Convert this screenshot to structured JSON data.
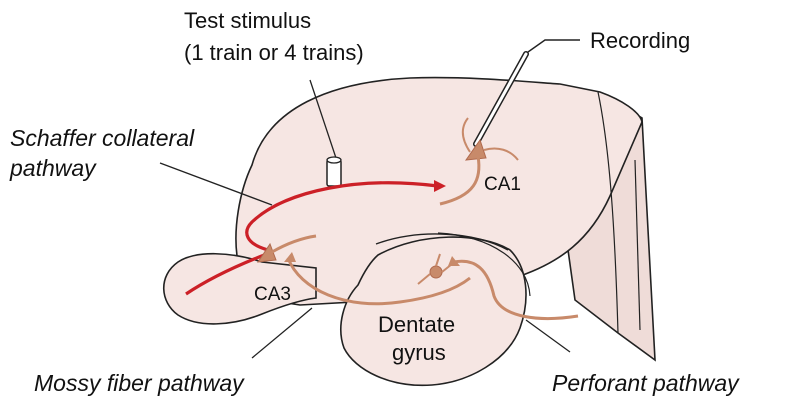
{
  "labels": {
    "test_stimulus_line1": "Test stimulus",
    "test_stimulus_line2": "(1 train or 4 trains)",
    "recording": "Recording",
    "schaffer_line1": "Schaffer collateral",
    "schaffer_line2": "pathway",
    "ca1": "CA1",
    "ca3": "CA3",
    "dentate_line1": "Dentate",
    "dentate_line2": "gyrus",
    "mossy": "Mossy fiber pathway",
    "perforant": "Perforant pathway"
  },
  "colors": {
    "tissue_fill": "#f6e6e3",
    "tissue_edge_fill": "#efdcd8",
    "outline": "#222222",
    "schaffer_pathway": "#cc2027",
    "mossy_perforant_pathway": "#c88a6a",
    "neuron": "#c88a6a"
  }
}
